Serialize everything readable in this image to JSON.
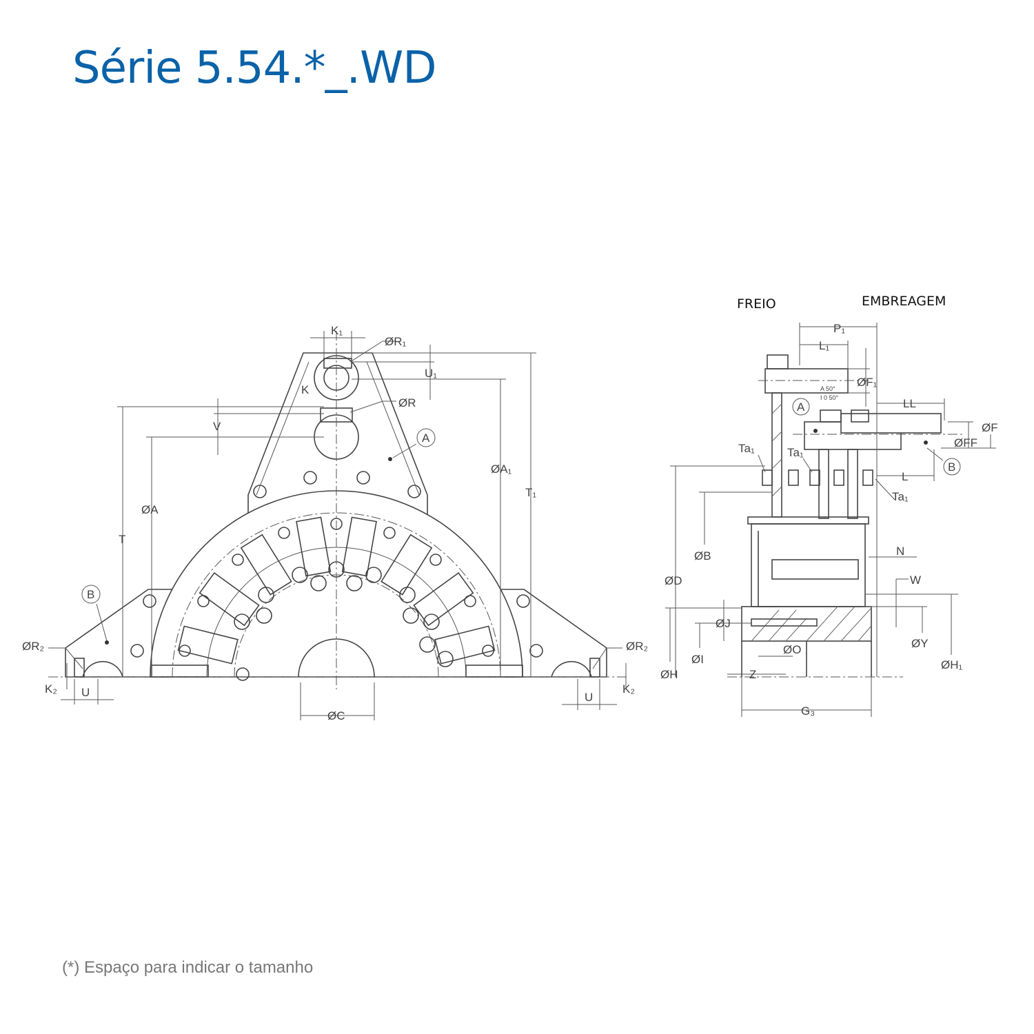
{
  "title": "Série 5.54.*_.WD",
  "footnote": "(*) Espaço para indicar o tamanho",
  "side_view": {
    "headers": {
      "brake": "FREIO",
      "clutch": "EMBREAGEM"
    }
  },
  "labels": {
    "K1": "K₁",
    "R1": "ØR₁",
    "U1": "U₁",
    "K": "K",
    "R": "ØR",
    "V": "V",
    "A_circle": "A",
    "A1": "ØA₁",
    "T1": "T₁",
    "A": "ØA",
    "T": "T",
    "B_circle": "B",
    "R2_left": "ØR₂",
    "R2_right": "ØR₂",
    "K2_left": "K₂",
    "K2_right": "K₂",
    "U_left": "U",
    "U_right": "U",
    "C": "ØC",
    "P1": "P₁",
    "L1": "L₁",
    "F1": "ØF₁",
    "A50": "A 50°",
    "I050": "I 0 50°",
    "LL": "LL",
    "F": "ØF",
    "FF": "ØFF",
    "A_side": "A",
    "B_side": "B",
    "Ta1_a": "Ta₁",
    "Ta1_b": "Ta₁",
    "Ta1_c": "Ta₁",
    "L": "L",
    "B": "ØB",
    "D": "ØD",
    "N": "N",
    "W": "W",
    "J": "ØJ",
    "Y": "ØY",
    "I": "ØI",
    "O": "ØO",
    "H": "ØH",
    "H1": "ØH₁",
    "Z": "Z",
    "G3": "G₃"
  }
}
